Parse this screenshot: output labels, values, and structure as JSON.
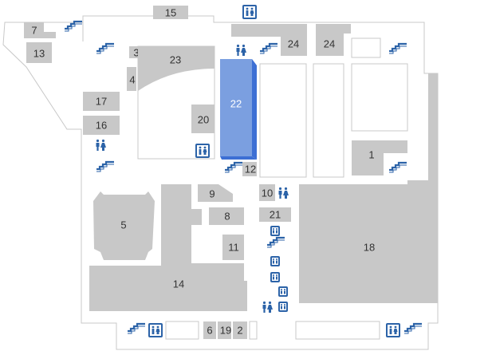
{
  "floor_map": {
    "colors": {
      "background": "#ffffff",
      "outline": "#c8c8c8",
      "room": "#c8c8c8",
      "highlight_room": "#7b9fe0",
      "highlight_side": "#3d6fd4",
      "highlight_label": "#ffffff",
      "label": "#333333",
      "icon": "#2c63a8"
    },
    "rooms": [
      {
        "id": "room-1",
        "label": "1"
      },
      {
        "id": "room-2",
        "label": "2"
      },
      {
        "id": "room-3",
        "label": "3"
      },
      {
        "id": "room-4",
        "label": "4"
      },
      {
        "id": "room-5",
        "label": "5"
      },
      {
        "id": "room-6",
        "label": "6"
      },
      {
        "id": "room-7",
        "label": "7"
      },
      {
        "id": "room-8",
        "label": "8"
      },
      {
        "id": "room-9",
        "label": "9"
      },
      {
        "id": "room-10",
        "label": "10"
      },
      {
        "id": "room-11",
        "label": "11"
      },
      {
        "id": "room-12",
        "label": "12"
      },
      {
        "id": "room-13",
        "label": "13"
      },
      {
        "id": "room-14",
        "label": "14"
      },
      {
        "id": "room-15",
        "label": "15"
      },
      {
        "id": "room-16",
        "label": "16"
      },
      {
        "id": "room-17",
        "label": "17"
      },
      {
        "id": "room-18",
        "label": "18"
      },
      {
        "id": "room-19",
        "label": "19"
      },
      {
        "id": "room-20",
        "label": "20"
      },
      {
        "id": "room-21",
        "label": "21"
      },
      {
        "id": "room-22",
        "label": "22",
        "selected": true
      },
      {
        "id": "room-23",
        "label": "23"
      },
      {
        "id": "room-24a",
        "label": "24"
      },
      {
        "id": "room-24b",
        "label": "24"
      }
    ],
    "icons": {
      "restroom": "restroom-icon",
      "elevator": "elevator-icon",
      "stairs": "stairs-icon"
    }
  }
}
